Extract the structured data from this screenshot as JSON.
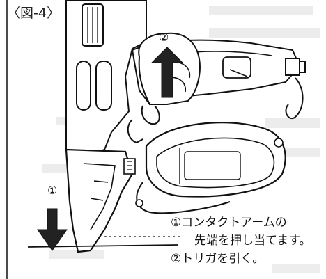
{
  "figure": {
    "label": "〈図-4〉",
    "step_markers": [
      "②",
      "①"
    ],
    "caption_lines": [
      "①コンタクトアームの",
      "先端を押し当てます。",
      "②トリガを引く。"
    ]
  },
  "colors": {
    "ink": "#111111",
    "fill": "#222222",
    "paper": "#ffffff",
    "shade": "#bdbdbd"
  }
}
